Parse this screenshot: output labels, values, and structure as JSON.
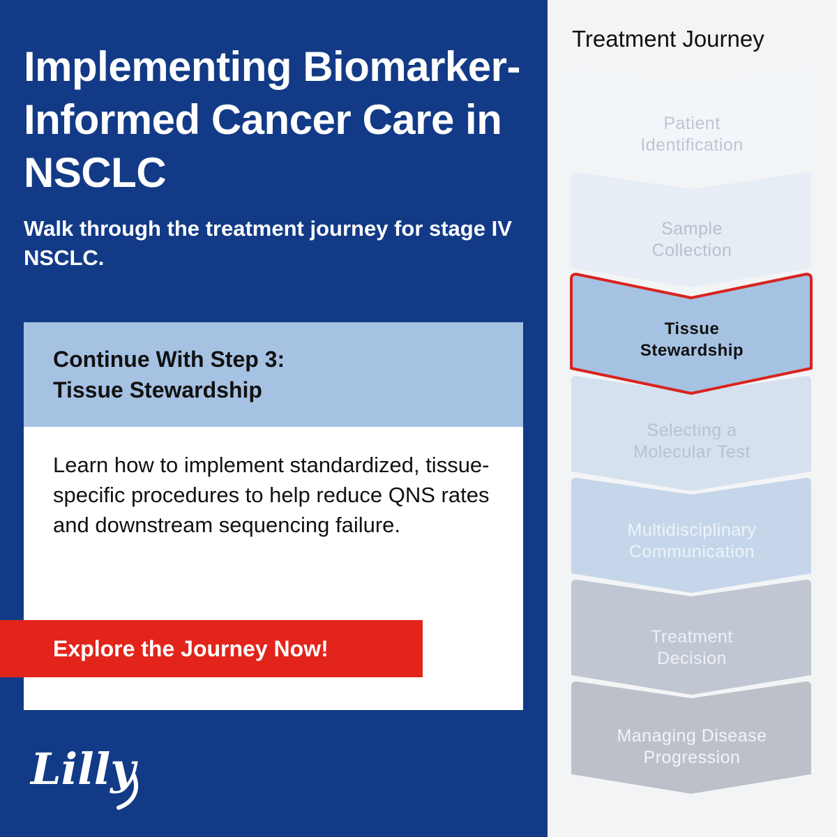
{
  "headline": "Implementing Biomarker-Informed Cancer Care in NSCLC",
  "subhead": "Walk through the treatment journey for stage IV NSCLC.",
  "card": {
    "title_line1": "Continue With Step 3:",
    "title_line2": "Tissue Stewardship",
    "body": "Learn how to implement standardized, tissue-specific procedures to help reduce QNS rates and downstream sequencing failure."
  },
  "cta": {
    "label": "Explore the Journey Now!"
  },
  "logo": {
    "text": "Lilly"
  },
  "journey": {
    "title": "Treatment Journey",
    "steps": [
      {
        "line1": "Patient",
        "line2": "Identification",
        "fill": "#f2f5f9",
        "text_color": "#bfc6cf",
        "active": false
      },
      {
        "line1": "Sample",
        "line2": "Collection",
        "fill": "#e7edf5",
        "text_color": "#b7c0cc",
        "active": false
      },
      {
        "line1": "Tissue",
        "line2": "Stewardship",
        "fill": "#a6c2e3",
        "text_color": "#111111",
        "active": true
      },
      {
        "line1": "Selecting a",
        "line2": "Molecular Test",
        "fill": "#d6e1ef",
        "text_color": "#b6c2d2",
        "active": false
      },
      {
        "line1": "Multidisciplinary",
        "line2": "Communication",
        "fill": "#c6d6ea",
        "text_color": "#eef3f9",
        "active": false
      },
      {
        "line1": "Treatment",
        "line2": "Decision",
        "fill": "#c0c7d3",
        "text_color": "#eef1f5",
        "active": false
      },
      {
        "line1": "Managing Disease",
        "line2": "Progression",
        "fill": "#bcc1c9",
        "text_color": "#f3f4f6",
        "active": false
      }
    ],
    "active_border_color": "#d8241e"
  },
  "colors": {
    "brand_blue": "#123a86",
    "card_header": "#a6c2e3",
    "cta_red": "#e2241b"
  }
}
